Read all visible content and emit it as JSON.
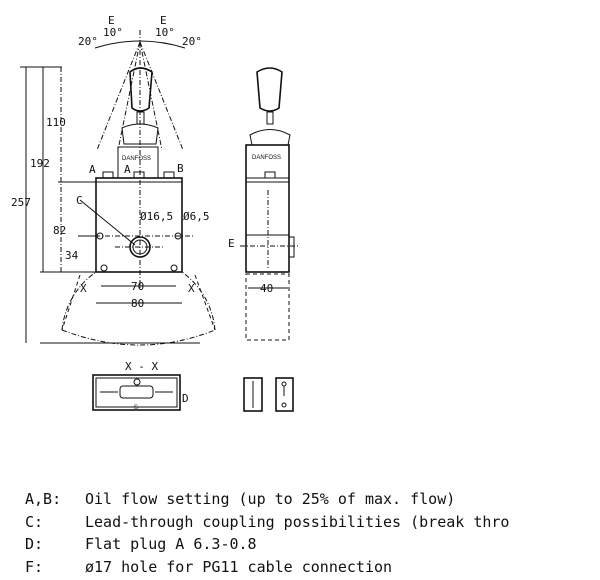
{
  "drawing": {
    "angles": {
      "e_left": "E",
      "e_right": "E",
      "ten_left": "10°",
      "ten_right": "10°",
      "twenty_left": "20°",
      "twenty_right": "20°"
    },
    "dimensions": {
      "d110": "110",
      "d192": "192",
      "d257": "257",
      "d82": "82",
      "d34": "34",
      "d70": "70",
      "d80": "80",
      "d40": "40",
      "hole_large": "Ø16,5",
      "hole_small": "Ø6,5"
    },
    "labels": {
      "a_left": "A",
      "a_mid": "A",
      "b": "B",
      "c": "C",
      "x_left": "X",
      "x_right": "X",
      "e_side": "E",
      "brand_front": "DANFOSS",
      "brand_side": "DANFOSS"
    },
    "section": {
      "title": "X - X",
      "d": "D",
      "s": "S"
    }
  },
  "notes": [
    {
      "key": "A,B:",
      "text": "Oil flow setting (up to 25% of max. flow)"
    },
    {
      "key": "C:",
      "text": "Lead-through coupling possibilities (break thro"
    },
    {
      "key": "D:",
      "text": "Flat plug A 6.3-0.8"
    },
    {
      "key": "F:",
      "text": "ø17 hole for PG11 cable connection"
    }
  ]
}
